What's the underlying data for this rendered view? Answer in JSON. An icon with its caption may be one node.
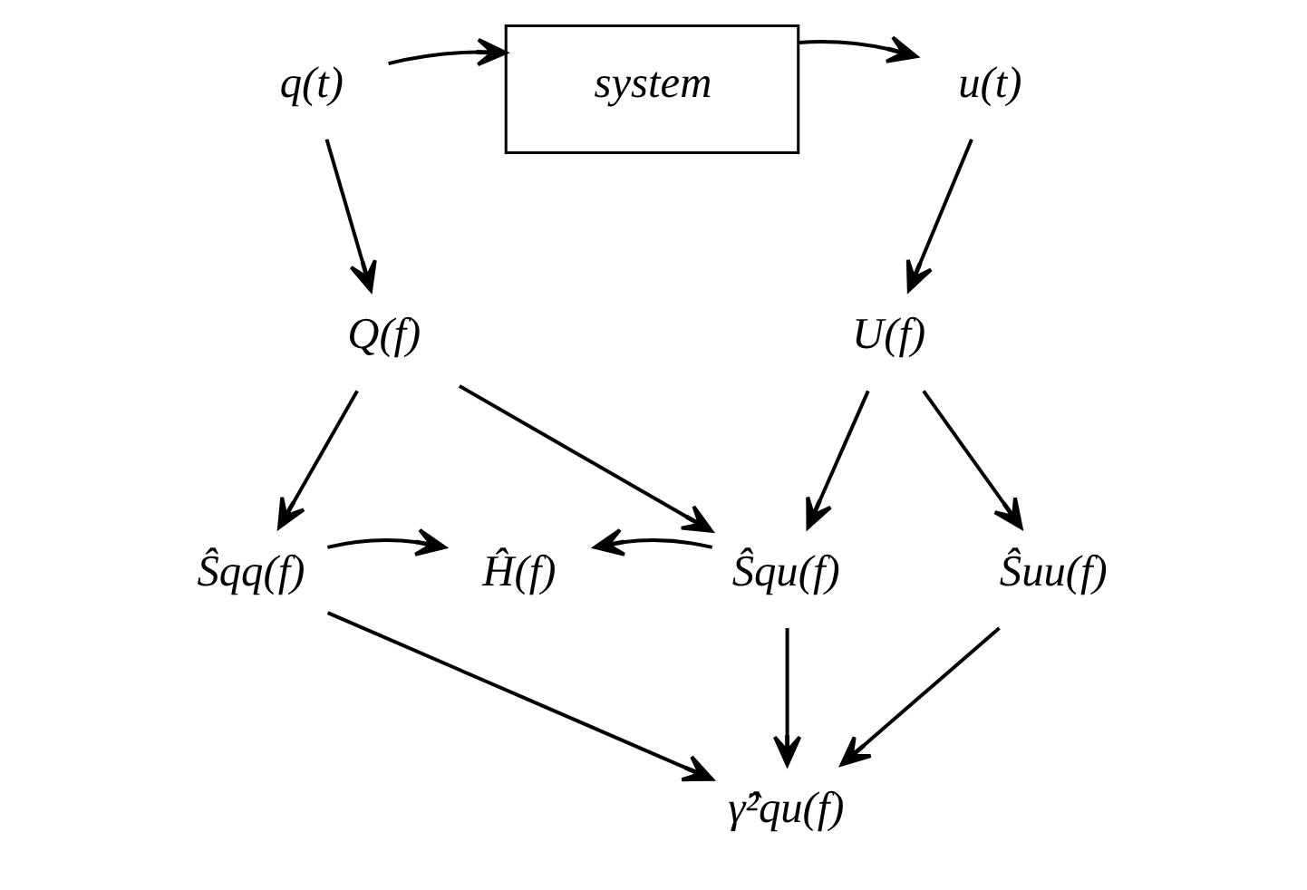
{
  "diagram": {
    "nodes": [
      {
        "text": [
          "q(t)"
        ]
      },
      {
        "text": [
          "system"
        ]
      },
      {
        "text": [
          "u(t)"
        ]
      },
      {
        "text": [
          "Q(f)"
        ]
      },
      {
        "text": [
          "U(f)"
        ]
      },
      {
        "text": [
          "Ŝqq(f)"
        ]
      },
      {
        "text": [
          "Ĥ(f)"
        ]
      },
      {
        "text": [
          "Ŝqu(f)"
        ]
      },
      {
        "text": [
          "Ŝuu(f)"
        ]
      },
      {
        "text": [
          "γ̂²qu(f)"
        ]
      }
    ],
    "edges": [
      {
        "from": 0,
        "to": 1,
        "arrow": "to"
      },
      {
        "from": 1,
        "to": 2,
        "arrow": "to"
      },
      {
        "from": 0,
        "to": 3,
        "arrow": "to"
      },
      {
        "from": 2,
        "to": 4,
        "arrow": "to"
      },
      {
        "from": 3,
        "to": 5,
        "arrow": "to"
      },
      {
        "from": 3,
        "to": 7,
        "arrow": "to"
      },
      {
        "from": 4,
        "to": 7,
        "arrow": "to"
      },
      {
        "from": 4,
        "to": 8,
        "arrow": "to"
      },
      {
        "from": 5,
        "to": 6,
        "arrow": "to"
      },
      {
        "from": 7,
        "to": 6,
        "arrow": "to"
      },
      {
        "from": 5,
        "to": 9,
        "arrow": "to"
      },
      {
        "from": 7,
        "to": 9,
        "arrow": "to"
      },
      {
        "from": 8,
        "to": 9,
        "arrow": "to"
      }
    ]
  }
}
